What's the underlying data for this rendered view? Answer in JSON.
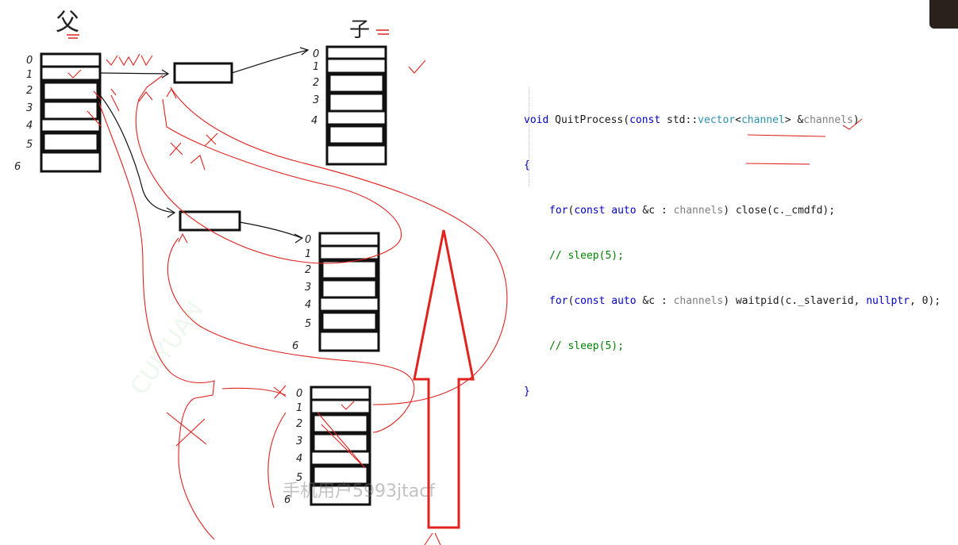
{
  "diagram": {
    "parent_label": "父",
    "child_label": "子",
    "fd_numbers": [
      "0",
      "1",
      "2",
      "3",
      "4",
      "5",
      "6"
    ],
    "top_index_numbers": [
      "0",
      "1",
      "2",
      "3",
      "4"
    ]
  },
  "code": {
    "line1": {
      "kw_void": "void",
      "name": "QuitProcess(",
      "kw_const": "const",
      "ns": "std::",
      "ty_vector": "vector",
      "lt": "<",
      "ty_channel": "channel",
      "gt": ">",
      "amp": " &",
      "param": "channels",
      "close": ")"
    },
    "line2": "{",
    "line3": {
      "kw_for": "for",
      "open": "(",
      "kw_const": "const",
      "kw_auto": "auto",
      "var": "&c : ",
      "param": "channels",
      "rest": ") close(c._cmdfd);"
    },
    "line4": "// sleep(5);",
    "line5": {
      "kw_for": "for",
      "open": "(",
      "kw_const": "const",
      "kw_auto": "auto",
      "var": "&c : ",
      "param": "channels",
      "rest": ") waitpid(c._slaverid, ",
      "kw_null": "nullptr",
      "tail": ", 0);"
    },
    "line6": "// sleep(5);",
    "line7": "}"
  },
  "watermark": "手机用户5993jtacf",
  "colors": {
    "ink": "#111111",
    "red_pen": "#e0231f",
    "code_keyword": "#0000c8",
    "code_type": "#2b91af",
    "code_comment": "#008000"
  }
}
